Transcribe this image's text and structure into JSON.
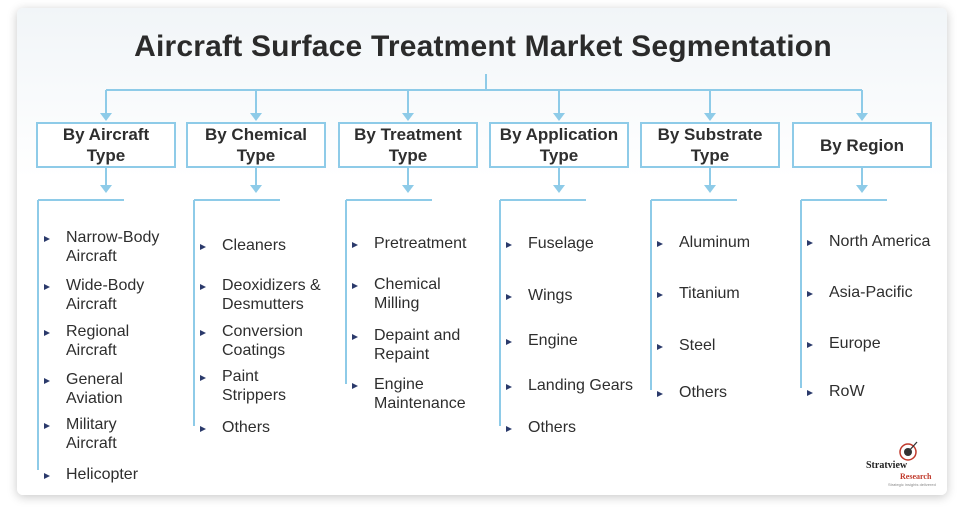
{
  "title": "Aircraft Surface Treatment Market Segmentation",
  "colors": {
    "connector": "#8ecbe8",
    "bullet": "#2b3a6b",
    "text": "#2e2e2e"
  },
  "segments": [
    {
      "label": "By Aircraft\nType",
      "items": [
        "Narrow-Body\nAircraft",
        "Wide-Body\nAircraft",
        "Regional\nAircraft",
        "General\nAviation",
        "Military\nAircraft",
        "Helicopter"
      ]
    },
    {
      "label": "By Chemical\nType",
      "items": [
        "Cleaners",
        "Deoxidizers &\nDesmutters",
        "Conversion\nCoatings",
        "Paint\nStrippers",
        "Others"
      ]
    },
    {
      "label": "By Treatment\nType",
      "items": [
        "Pretreatment",
        "Chemical\nMilling",
        "Depaint and\nRepaint",
        "Engine\nMaintenance"
      ]
    },
    {
      "label": "By Application\nType",
      "items": [
        "Fuselage",
        "Wings",
        "Engine",
        "Landing Gears",
        "Others"
      ]
    },
    {
      "label": "By Substrate\nType",
      "items": [
        "Aluminum",
        "Titanium",
        "Steel",
        "Others"
      ]
    },
    {
      "label": "By Region",
      "items": [
        "North America",
        "Asia-Pacific",
        "Europe",
        "RoW"
      ]
    }
  ],
  "logo": {
    "name": "Stratview",
    "sub": "Research",
    "tagline": "Strategic insights delivered",
    "icon": "target-icon"
  }
}
